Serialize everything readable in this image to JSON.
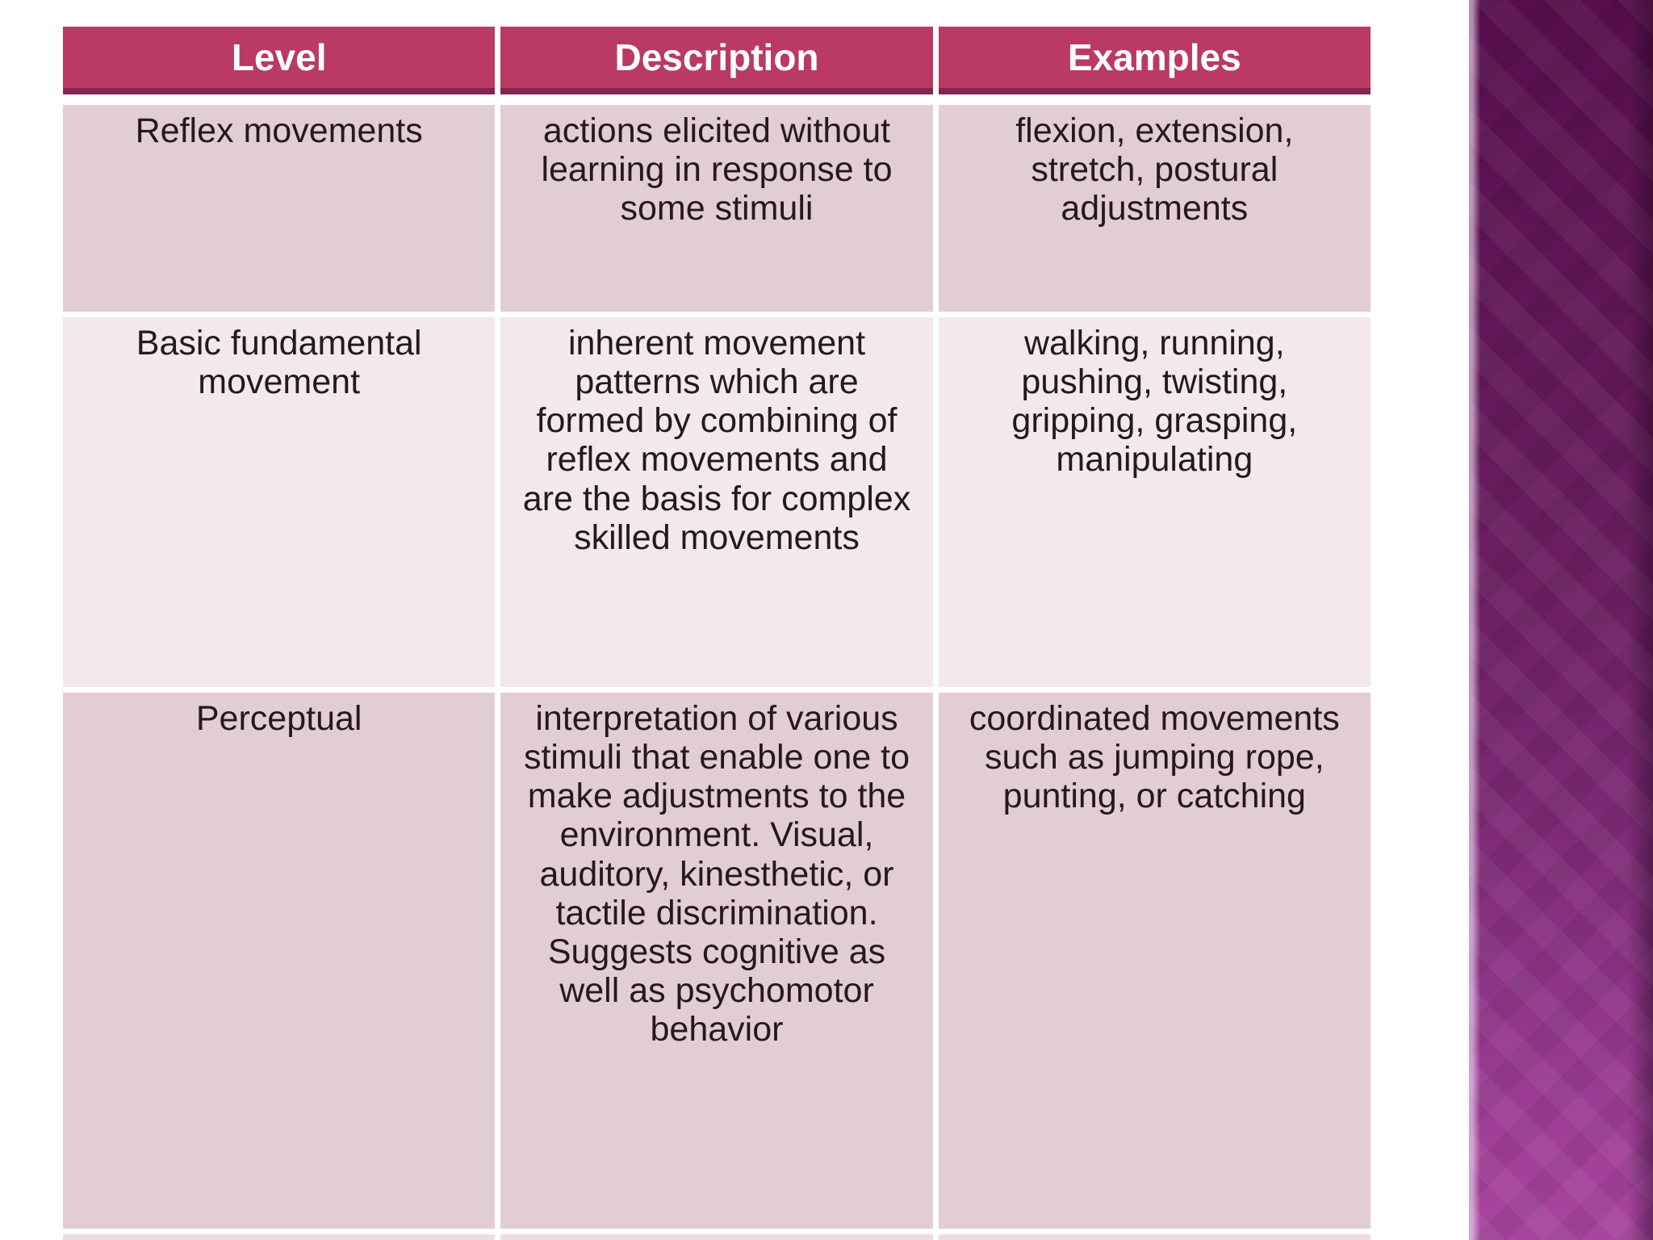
{
  "slide": {
    "kind": "presentation-table-slide",
    "background": "#ffffff"
  },
  "table": {
    "headers": [
      "Level",
      "Description",
      "Examples"
    ],
    "rows": [
      {
        "level": "Reflex movements",
        "description": "actions elicited without learning in response to some stimuli",
        "examples": "flexion, extension, stretch, postural adjustments"
      },
      {
        "level": "Basic fundamental movement",
        "description": "inherent movement patterns which are formed by combining of reflex movements and are the basis for complex skilled movements",
        "examples": "walking, running, pushing, twisting, gripping, grasping, manipulating"
      },
      {
        "level": "Perceptual",
        "description": "interpretation of various stimuli that enable one to make adjustments to the environment. Visual, auditory, kinesthetic, or tactile discrimination. Suggests cognitive as well as psychomotor behavior",
        "examples": "coordinated movements such as jumping rope, punting, or catching"
      }
    ]
  },
  "colors": {
    "header_bg": "#ba3a64",
    "header_edge": "#832750",
    "header_text": "#ffffff",
    "row_bg_odd": "#e3cdd4",
    "row_bg_even": "#f3e8ec",
    "row_bg_stub": "#eedce3",
    "body_text": "#231a1e",
    "accent_bar_top": "#570e4d",
    "accent_bar_bottom": "#a8459f"
  }
}
